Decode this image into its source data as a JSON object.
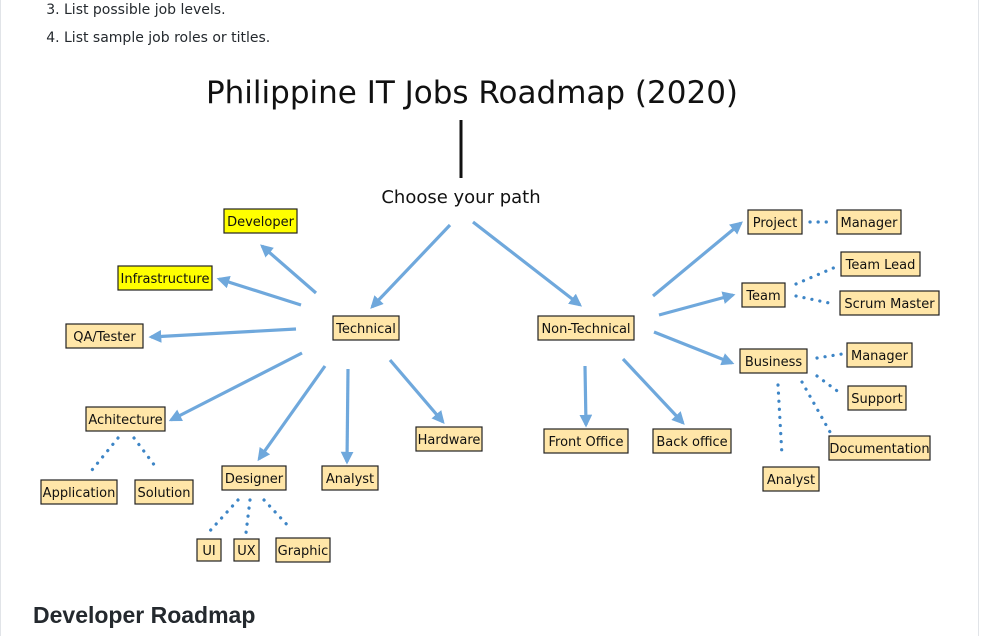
{
  "list": {
    "items": [
      "List possible job levels.",
      "List sample job roles or titles."
    ],
    "start": 3
  },
  "diagram": {
    "title": "Philippine IT Jobs Roadmap (2020)",
    "prompt": "Choose your path",
    "colors": {
      "arrow": "#6fa8dc",
      "dots": "#3d85c6",
      "node_fill": "#ffe6a8",
      "highlight_fill": "#ffff00"
    },
    "nodes": {
      "developer": "Developer",
      "infrastructure": "Infrastructure",
      "qa": "QA/Tester",
      "technical": "Technical",
      "achitecture": "Achitecture",
      "application": "Application",
      "solution": "Solution",
      "designer": "Designer",
      "ui": "UI",
      "ux": "UX",
      "graphic": "Graphic",
      "analyst_tech": "Analyst",
      "hardware": "Hardware",
      "non_technical": "Non-Technical",
      "front_office": "Front Office",
      "back_office": "Back office",
      "project": "Project",
      "project_manager": "Manager",
      "team": "Team",
      "team_lead": "Team Lead",
      "scrum_master": "Scrum Master",
      "business": "Business",
      "business_manager": "Manager",
      "support": "Support",
      "documentation": "Documentation",
      "analyst_business": "Analyst"
    }
  },
  "section": {
    "heading": "Developer Roadmap"
  }
}
